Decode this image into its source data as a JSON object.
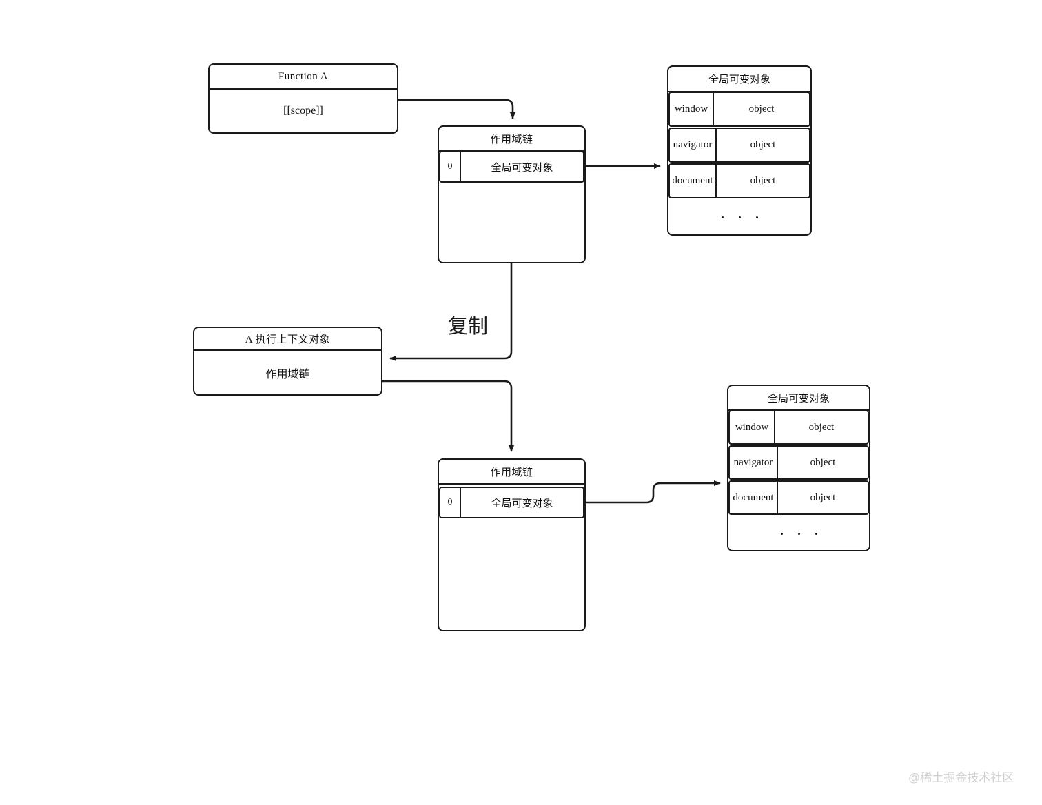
{
  "diagram": {
    "title_label": "复制",
    "function_box": {
      "header": "Function A",
      "body": "[[scope]]"
    },
    "context_box": {
      "header": "A 执行上下文对象",
      "body": "作用域链"
    },
    "scope_chain_top": {
      "header": "作用域链",
      "rows": [
        {
          "index": "0",
          "value": "全局可变对象"
        }
      ]
    },
    "scope_chain_bottom": {
      "header": "作用域链",
      "rows": [
        {
          "index": "0",
          "value": "全局可变对象"
        }
      ]
    },
    "global_object_top": {
      "title": "全局可变对象",
      "rows": [
        {
          "key": "window",
          "value": "object"
        },
        {
          "key": "navigator",
          "value": "object"
        },
        {
          "key": "document",
          "value": "object"
        }
      ],
      "ellipsis": "• • •"
    },
    "global_object_bottom": {
      "title": "全局可变对象",
      "rows": [
        {
          "key": "window",
          "value": "object"
        },
        {
          "key": "navigator",
          "value": "object"
        },
        {
          "key": "document",
          "value": "object"
        }
      ],
      "ellipsis": "• • •"
    },
    "watermark": "@稀土掘金技术社区",
    "colors": {
      "stroke": "#1a1a1a",
      "background": "#ffffff",
      "watermark": "#cfcfcf"
    }
  }
}
